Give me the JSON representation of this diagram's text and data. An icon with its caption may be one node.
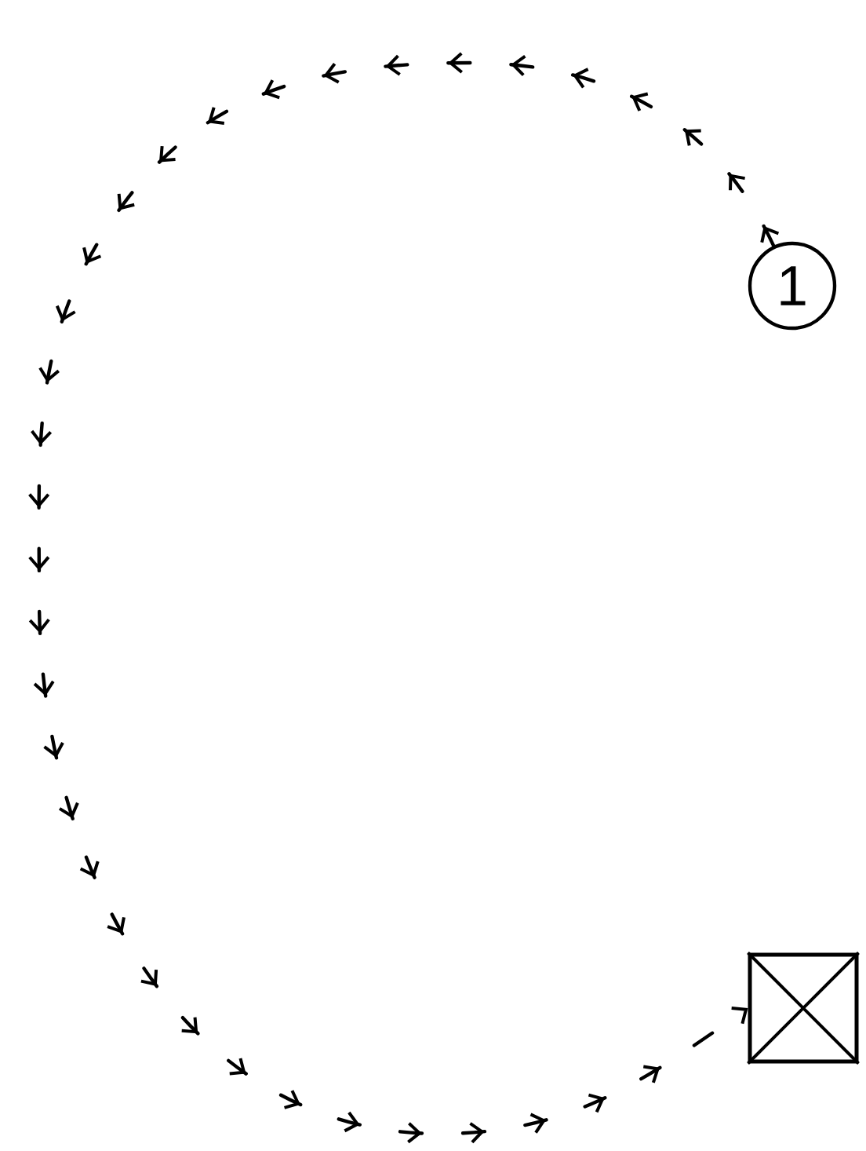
{
  "diagram": {
    "nodes": [
      {
        "text": [
          "1"
        ]
      },
      {
        "text": [],
        "shape": "box"
      }
    ],
    "edges": [
      {
        "from": 0,
        "to": 1,
        "arrow": "to",
        "style": "dashed"
      }
    ]
  }
}
